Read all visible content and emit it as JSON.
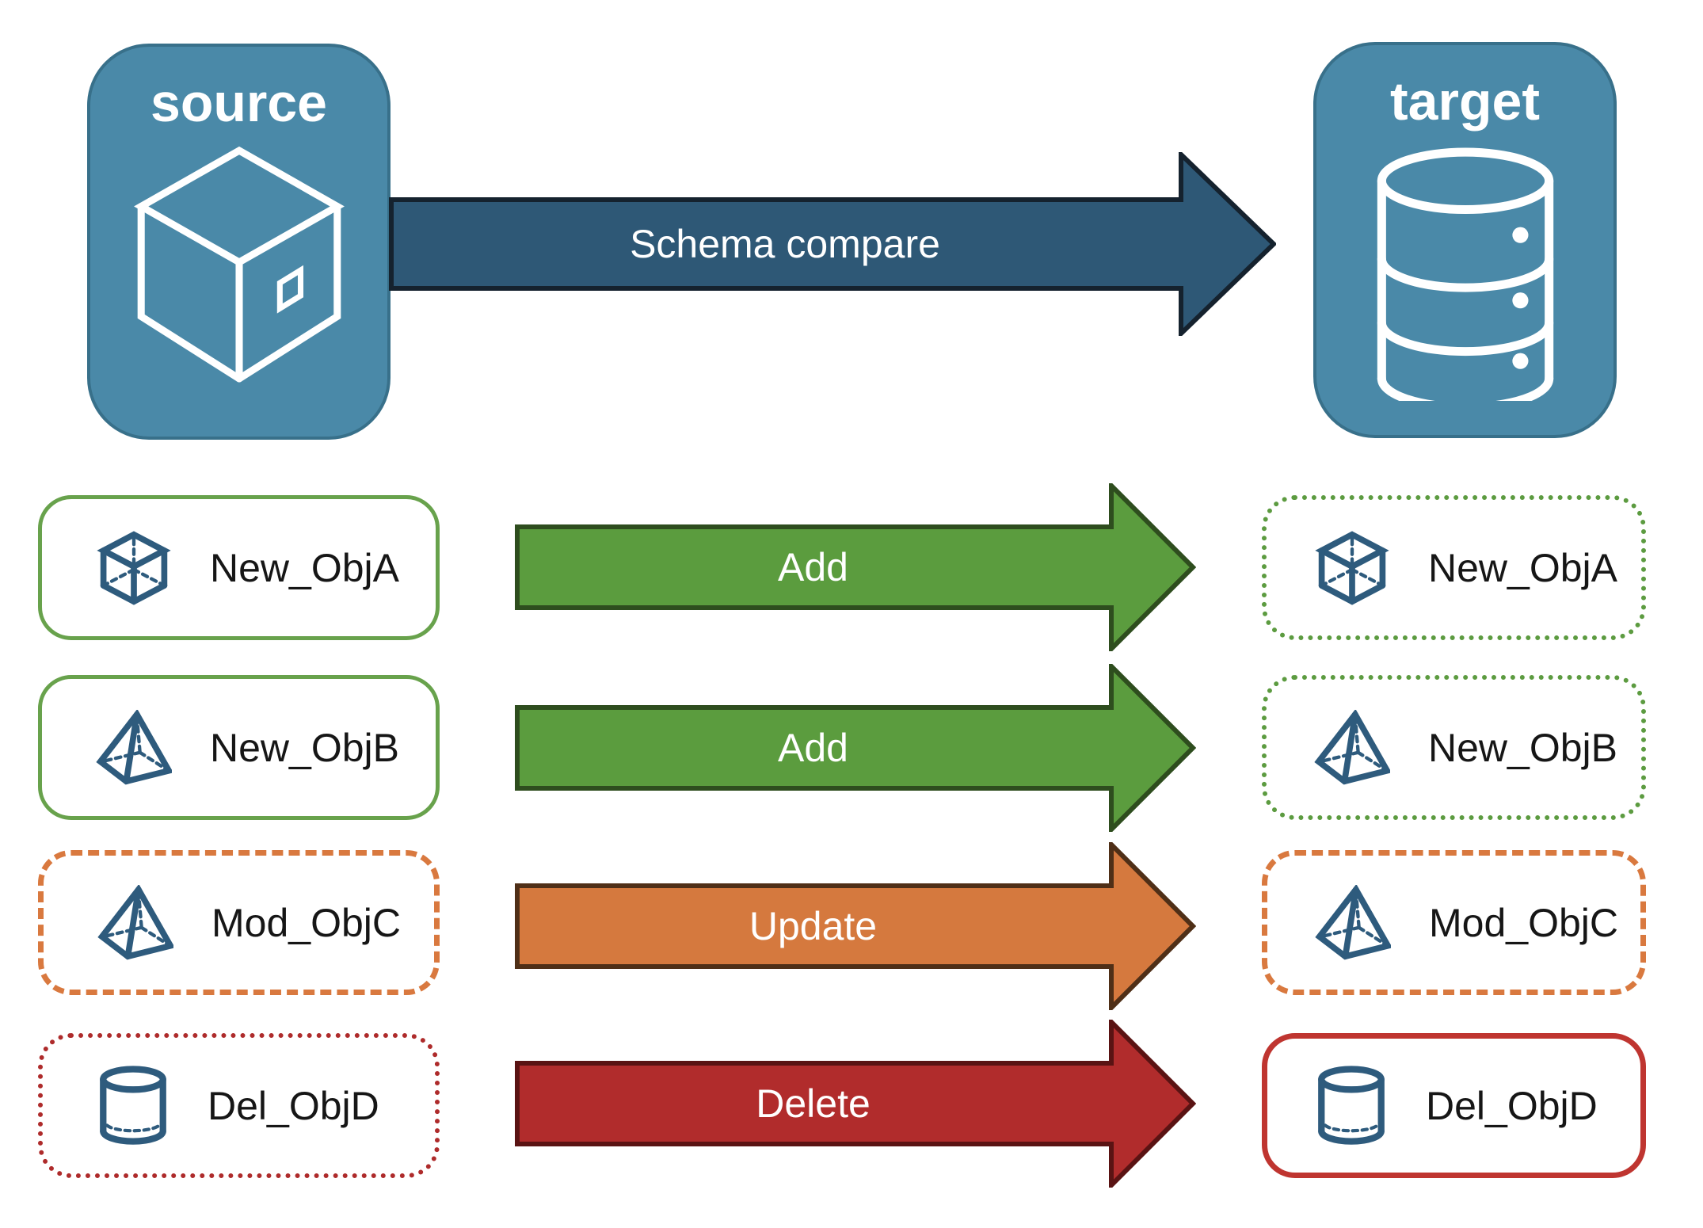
{
  "diagram": {
    "source": {
      "label": "source",
      "icon": "package-icon"
    },
    "target": {
      "label": "target",
      "icon": "database-icon"
    },
    "compare_arrow": {
      "label": "Schema compare",
      "color": "#2E5876"
    }
  },
  "rows": [
    {
      "object": "New_ObjA",
      "action": "Add",
      "icon": "cube-icon",
      "action_color": "#5B9C3E",
      "source_border": "solid green",
      "target_border": "dotted green"
    },
    {
      "object": "New_ObjB",
      "action": "Add",
      "icon": "pyramid-icon",
      "action_color": "#5B9C3E",
      "source_border": "solid green",
      "target_border": "dotted green"
    },
    {
      "object": "Mod_ObjC",
      "action": "Update",
      "icon": "pyramid-icon",
      "action_color": "#D5793E",
      "source_border": "dashed orange",
      "target_border": "dashed orange"
    },
    {
      "object": "Del_ObjD",
      "action": "Delete",
      "icon": "cylinder-icon",
      "action_color": "#B12C2C",
      "source_border": "dotted red",
      "target_border": "solid red"
    }
  ],
  "colors": {
    "panel_blue": "#4A89A8",
    "panel_border": "#38708A",
    "icon_blue": "#2E5B7D",
    "navy_arrow": "#2E5876",
    "green_arrow": "#5B9C3E",
    "orange_arrow": "#D5793E",
    "red_arrow": "#B12C2C",
    "green_border": "#68A24C",
    "orange_border": "#D9793F",
    "red_border": "#BF3530"
  }
}
